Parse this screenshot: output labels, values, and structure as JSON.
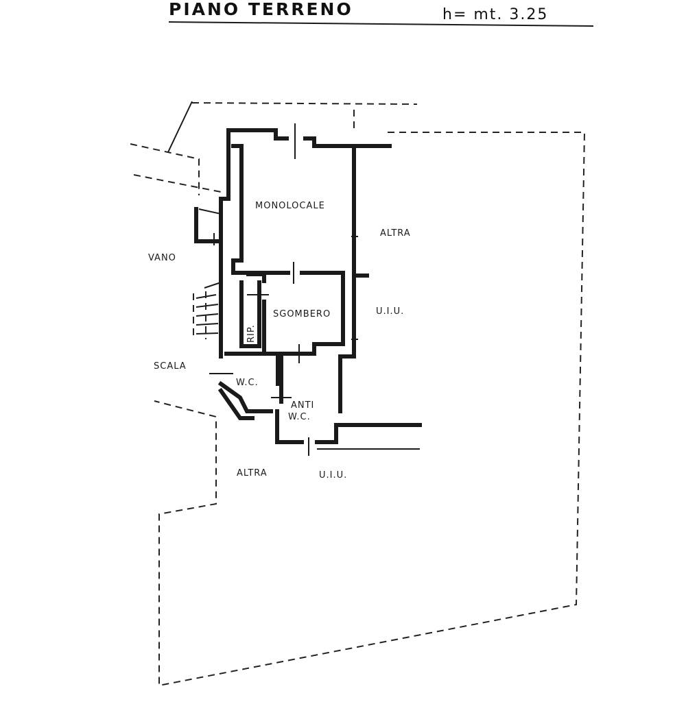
{
  "title": {
    "floor": "PIANO TERRENO",
    "height": "h= mt. 3.25"
  },
  "rooms": {
    "monolocale": "MONOLOCALE",
    "sgombero": "SGOMBERO",
    "rip": "RIP.",
    "wc": "W.C.",
    "anti_wc_line1": "ANTI",
    "anti_wc_line2": "W.C."
  },
  "surroundings": {
    "vano": "VANO",
    "scala": "SCALA",
    "altra_uiu_right_line1": "ALTRA",
    "altra_uiu_right_line2": "U.I.U.",
    "altra_uiu_bottom_line1": "ALTRA",
    "altra_uiu_bottom_line2": "U.I.U."
  }
}
